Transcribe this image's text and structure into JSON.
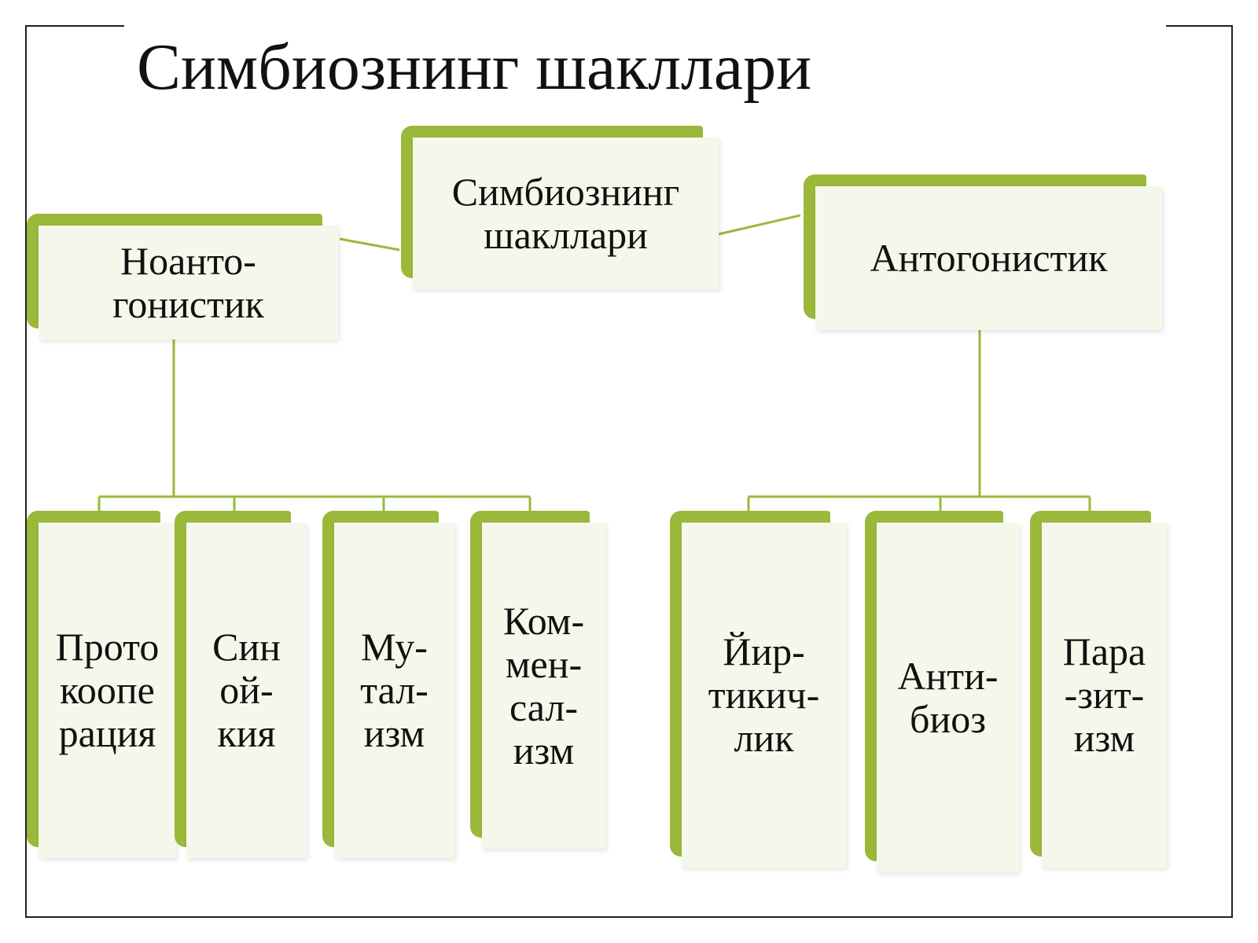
{
  "slide": {
    "title": "Симбиознинг шакллари"
  },
  "diagram": {
    "root": {
      "label": "Симбиознинг\nшакллари"
    },
    "branches": [
      {
        "label": "Ноанто-\nгонистик",
        "children": [
          "Прото\nкоопе\nрация",
          "Син\nой-\nкия",
          "Му-\nтал-\nизм",
          "Ком-\nмен-\nсал-\nизм"
        ]
      },
      {
        "label": "Антогонистик",
        "children": [
          "Йир-\nтикич-\nлик",
          "Анти-\nбиоз",
          "Пара\n-зит-\nизм"
        ]
      }
    ]
  },
  "colors": {
    "accent": "#9ab93a",
    "box_fill": "#f5f7ea",
    "connector": "#9ab93a"
  }
}
